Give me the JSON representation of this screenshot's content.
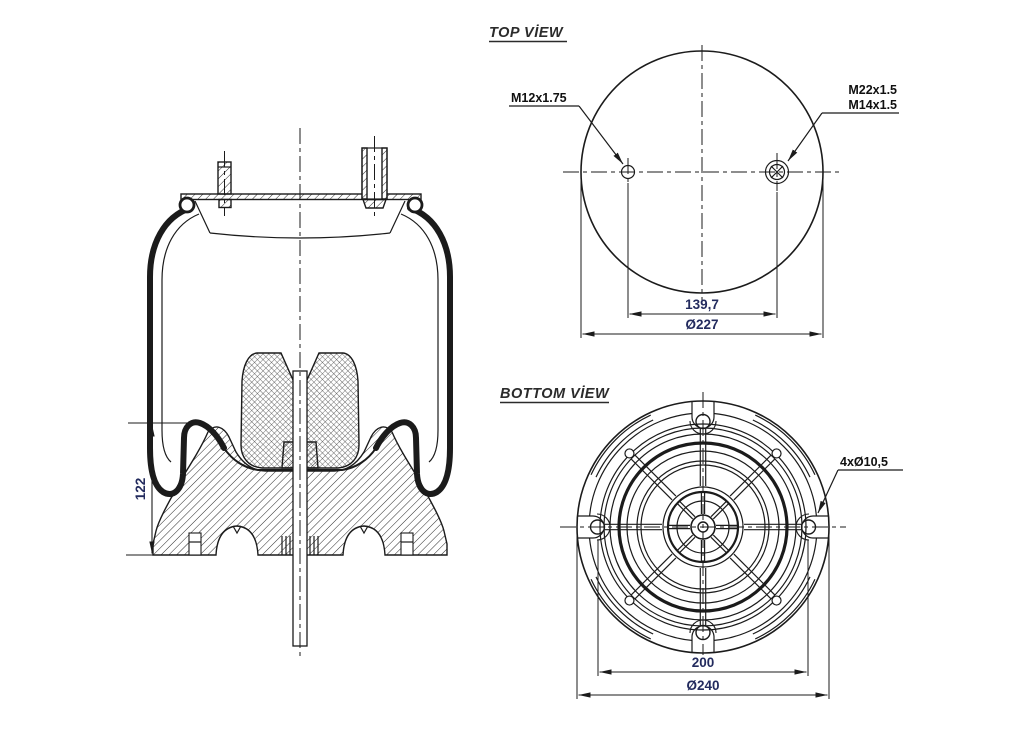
{
  "palette": {
    "line": "#1b1b1b",
    "dimension_text": "#232b5e",
    "label_text": "#101010",
    "title_text": "#2b2b2b",
    "background": "#ffffff"
  },
  "side_view": {
    "dim_piston_height": "122"
  },
  "top_view": {
    "title": "TOP VİEW",
    "stud_label": "M12x1.75",
    "air_port_label_line1": "M22x1.5",
    "air_port_label_line2": "M14x1.5",
    "dim_stud_spacing": "139,7",
    "dim_plate_diameter": "Ø227"
  },
  "bottom_view": {
    "title": "BOTTOM VİEW",
    "bolt_holes_label": "4xØ10,5",
    "dim_bolt_spacing": "200",
    "dim_base_diameter": "Ø240"
  }
}
